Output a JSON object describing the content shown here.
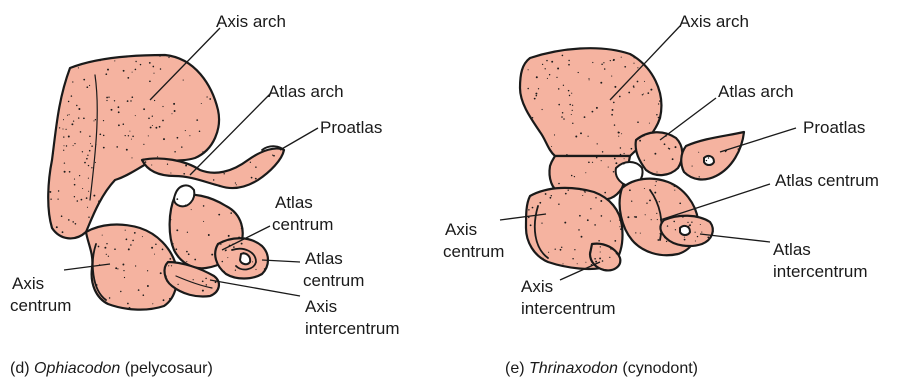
{
  "colors": {
    "bone": "#f5b3a0",
    "outline": "#1a1a1a",
    "background": "#ffffff"
  },
  "panel_d": {
    "labels": {
      "axis_arch": "Axis arch",
      "atlas_arch": "Atlas arch",
      "proatlas": "Proatlas",
      "atlas_centrum_1a": "Atlas",
      "atlas_centrum_1b": "centrum",
      "atlas_centrum_2a": "Atlas",
      "atlas_centrum_2b": "centrum",
      "axis_centrum_a": "Axis",
      "axis_centrum_b": "centrum",
      "axis_intercentrum_a": "Axis",
      "axis_intercentrum_b": "intercentrum"
    },
    "caption_prefix": "(d) ",
    "caption_genus": "Ophiacodon",
    "caption_suffix": " (pelycosaur)"
  },
  "panel_e": {
    "labels": {
      "axis_arch": "Axis arch",
      "atlas_arch": "Atlas arch",
      "proatlas": "Proatlas",
      "atlas_centrum": "Atlas centrum",
      "axis_centrum_a": "Axis",
      "axis_centrum_b": "centrum",
      "axis_intercentrum_a": "Axis",
      "axis_intercentrum_b": "intercentrum",
      "atlas_intercentrum_a": "Atlas",
      "atlas_intercentrum_b": "intercentrum"
    },
    "caption_prefix": "(e) ",
    "caption_genus": "Thrinaxodon",
    "caption_suffix": " (cynodont)"
  }
}
